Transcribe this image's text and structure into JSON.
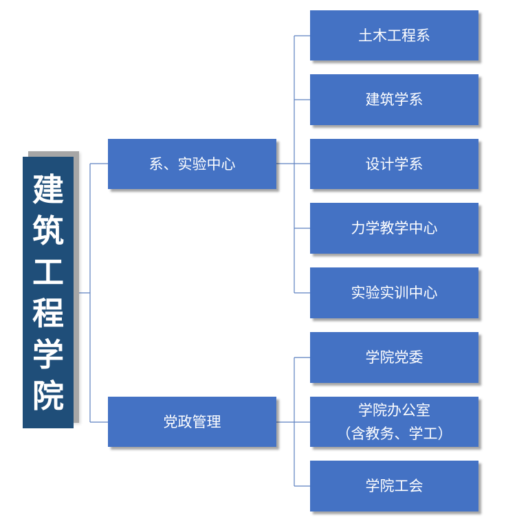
{
  "root": {
    "title_chars": [
      "建",
      "筑",
      "工",
      "程",
      "学",
      "院"
    ]
  },
  "branches": [
    {
      "label": "系、实验中心",
      "children": [
        {
          "lines": [
            "土木工程系"
          ]
        },
        {
          "lines": [
            "建筑学系"
          ]
        },
        {
          "lines": [
            "设计学系"
          ]
        },
        {
          "lines": [
            "力学教学中心"
          ]
        },
        {
          "lines": [
            "实验实训中心"
          ]
        }
      ]
    },
    {
      "label": "党政管理",
      "children": [
        {
          "lines": [
            "学院党委"
          ]
        },
        {
          "lines": [
            "学院办公室",
            "（含教务、学工）"
          ]
        },
        {
          "lines": [
            "学院工会"
          ]
        }
      ]
    }
  ],
  "colors": {
    "box": "#4472c4",
    "root": "#1f4e79",
    "root_shadow": "#a6a6a6",
    "line": "#5b7fbf"
  }
}
